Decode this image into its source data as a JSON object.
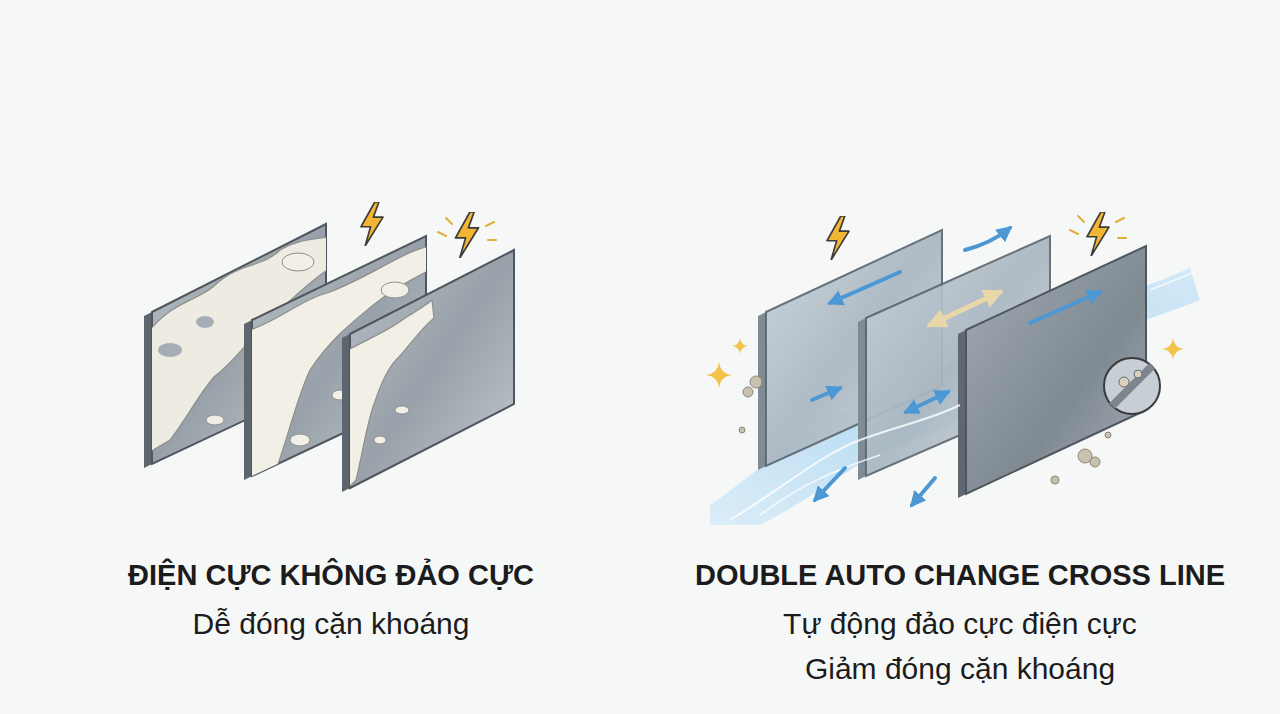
{
  "diagram": {
    "labels": [
      "ĐIỆN CỰC KHÔNG ĐẢO CỰC",
      "Dễ đóng cặn khoáng",
      "DOUBLE AUTO CHANGE CROSS LINE",
      "Tự động đảo cực điện cực",
      "Giảm đóng cặn khoáng"
    ]
  }
}
